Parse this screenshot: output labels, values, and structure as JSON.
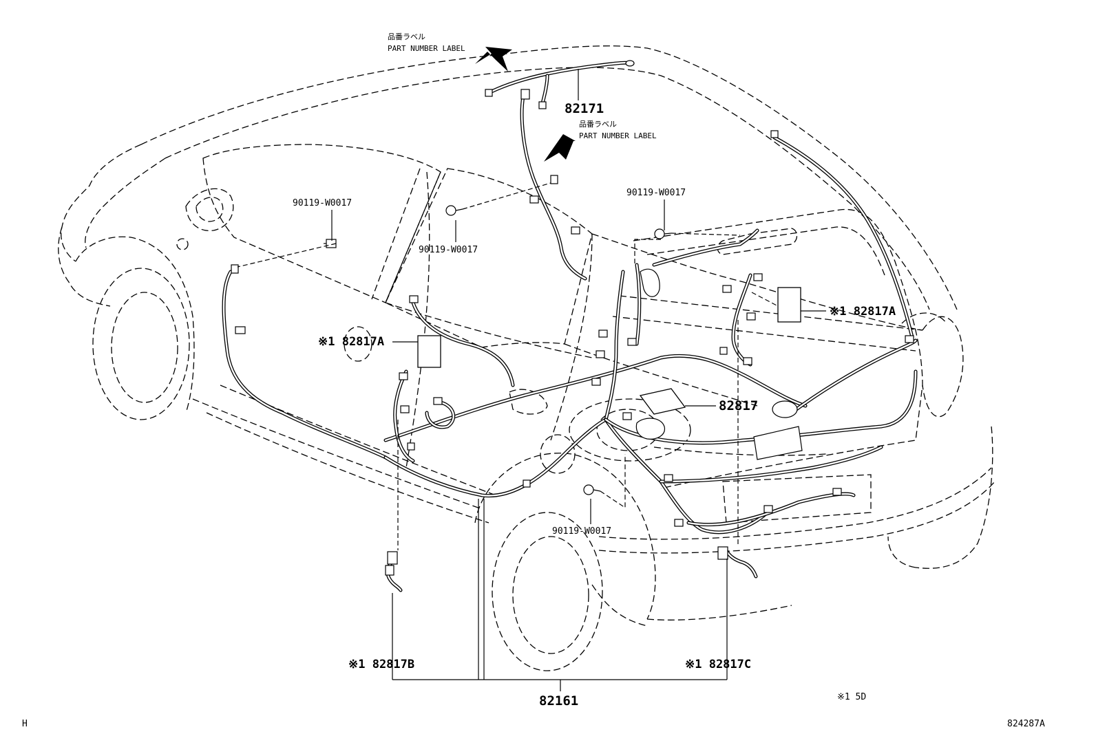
{
  "labels": {
    "part_label_top_jp": "品番ラベル",
    "part_label_top_en": "PART NUMBER LABEL",
    "part_label_mid_jp": "品番ラベル",
    "part_label_mid_en": "PART NUMBER LABEL"
  },
  "parts": {
    "p82171": "82171",
    "bolt_left": "90119-W0017",
    "bolt_center": "90119-W0017",
    "bolt_right": "90119-W0017",
    "bolt_bottom": "90119-W0017",
    "label_left": "※1 82817A",
    "label_right": "※1 82817A",
    "p82817": "82817",
    "p82817b": "※1 82817B",
    "p82817c": "※1 82817C",
    "p82161": "82161"
  },
  "footnote": "※1 5D",
  "corner_left": "H",
  "diagram_id": "824287A"
}
